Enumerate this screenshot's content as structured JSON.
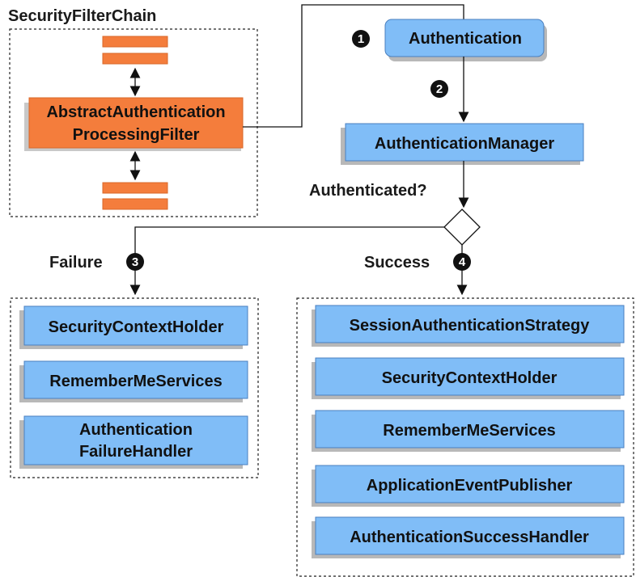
{
  "title": "SecurityFilterChain",
  "filter": {
    "line1": "AbstractAuthentication",
    "line2": "ProcessingFilter"
  },
  "authentication": "Authentication",
  "manager": "AuthenticationManager",
  "decision": "Authenticated?",
  "failure_label": "Failure",
  "success_label": "Success",
  "steps": [
    "1",
    "2",
    "3",
    "4"
  ],
  "failure_items": [
    {
      "line1": "SecurityContextHolder"
    },
    {
      "line1": "RememberMeServices"
    },
    {
      "line1": "Authentication",
      "line2": "FailureHandler"
    }
  ],
  "success_items": [
    {
      "line1": "SessionAuthenticationStrategy"
    },
    {
      "line1": "SecurityContextHolder"
    },
    {
      "line1": "RememberMeServices"
    },
    {
      "line1": "ApplicationEventPublisher"
    },
    {
      "line1": "AuthenticationSuccessHandler"
    }
  ],
  "colors": {
    "blue_fill": "#80bdf7",
    "blue_stroke": "#4a7fbf",
    "orange_fill": "#f47d3c",
    "orange_stroke": "#d9682a",
    "shadow": "#b0b0b0"
  }
}
